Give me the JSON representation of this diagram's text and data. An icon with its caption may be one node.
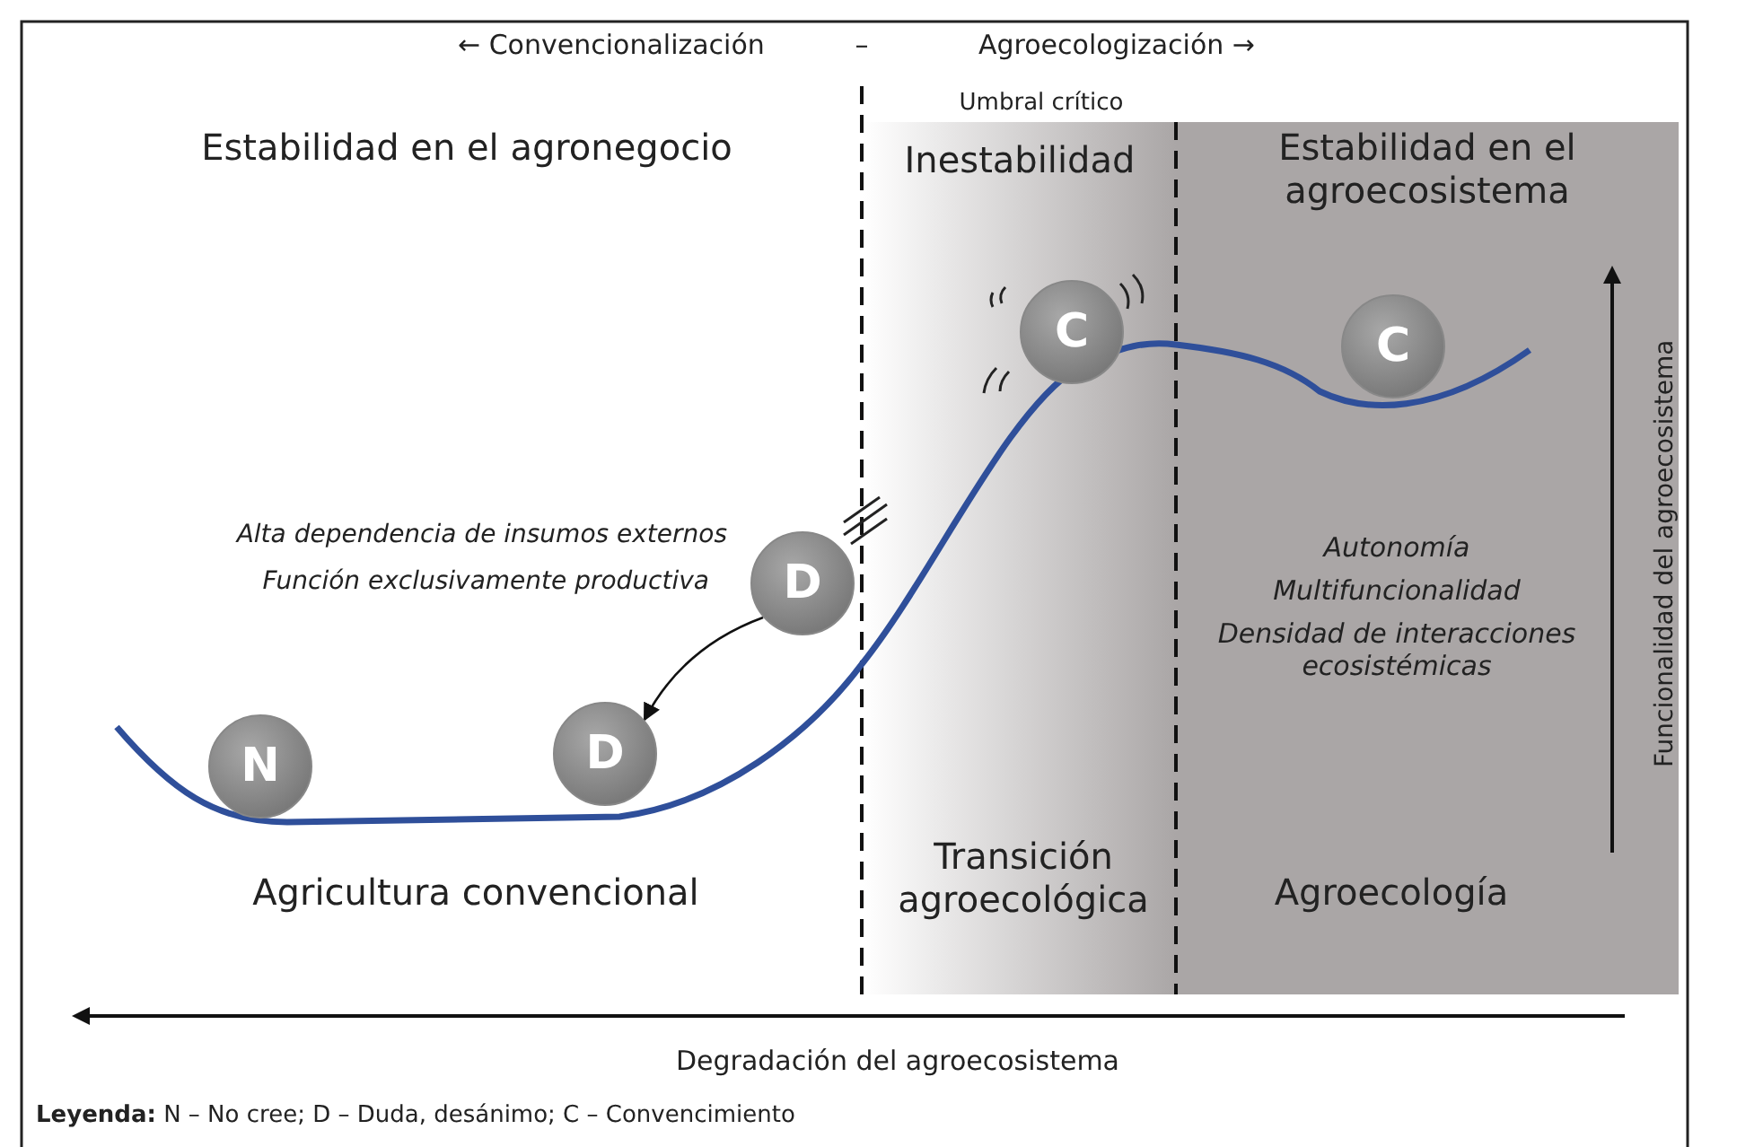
{
  "diagram": {
    "nodes": [
      {
        "text": [
          "N"
        ]
      },
      {
        "text": [
          "D"
        ]
      },
      {
        "text": [
          "D"
        ]
      },
      {
        "text": [
          "C"
        ]
      },
      {
        "text": [
          "C"
        ]
      }
    ],
    "edges": [
      {
        "from": 2,
        "to": 1,
        "arrow": "to"
      }
    ],
    "labels": [
      "← Convencionalización",
      "–",
      "Agroecologización →",
      "Umbral crítico",
      "Estabilidad en el agronegocio",
      "Inestabilidad",
      "Estabilidad en el agroecosistema",
      "Alta dependencia de insumos externos",
      "Función exclusivamente productiva",
      "Autonomía",
      "Multifuncionalidad",
      "Densidad de interacciones ecosistémicas",
      "Funcionalidad del agroecosistema",
      "Agricultura convencional",
      "Transición agroecológica",
      "Agroecología",
      "Degradación del agroecosistema",
      "**Leyenda:** N – No cree; D – Duda, desánimo; C – Convencimiento"
    ]
  }
}
